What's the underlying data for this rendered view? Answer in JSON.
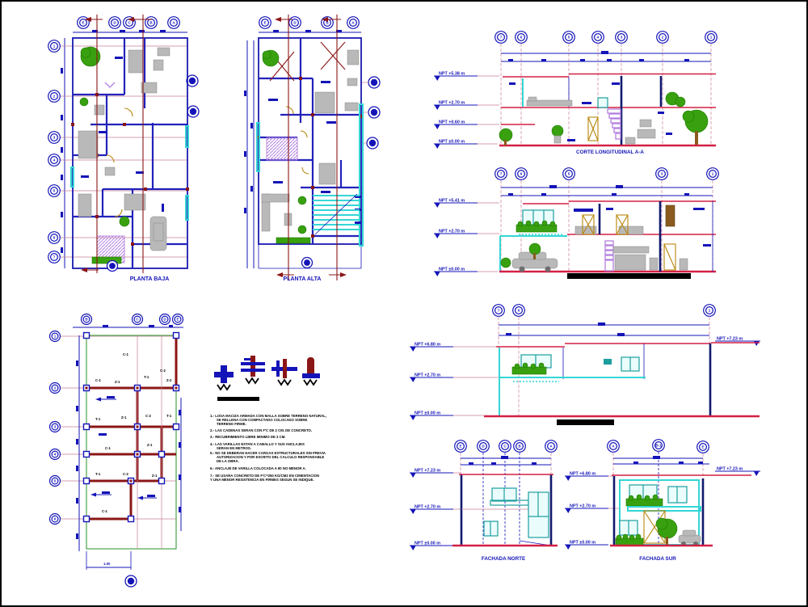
{
  "sheet": {
    "background": "#ffffff",
    "frame_color": "#000000"
  },
  "colors": {
    "blue": "#1414b8",
    "dark_red": "#8b1616",
    "red": "#d42045",
    "cyan": "#35d6d6",
    "teal": "#1d9e9e",
    "green": "#39a00f",
    "purple": "#b27fe0",
    "gray": "#b9b9b9",
    "gold": "#b8860b"
  },
  "planta_baja": {
    "title": "PLANTA BAJA",
    "grid_top": [
      "E",
      "D",
      "C",
      "B",
      "A"
    ],
    "grid_left": [
      "1",
      "2",
      "3",
      "4",
      "5",
      "6",
      "7"
    ]
  },
  "planta_alta": {
    "title": "PLANTA ALTA",
    "grid_top": [
      "E",
      "D",
      "B",
      "A"
    ]
  },
  "corte_aa": {
    "title": "CORTE LONGITUDINAL A-A",
    "grid": [
      "7",
      "6",
      "5",
      "4",
      "3",
      "2",
      "1"
    ],
    "levels": [
      "NPT +5.38 m",
      "NPT +2.70 m",
      "NPT +0.60 m",
      "NPT ±0.00 m"
    ]
  },
  "corte_bb": {
    "grid": [
      "7",
      "6",
      "5",
      "3",
      "1"
    ],
    "levels": [
      "NPT +5.41 m",
      "NPT +2.70 m",
      "NPT ±0.00 m"
    ]
  },
  "fachada_lateral": {
    "grid": [
      "7",
      "6",
      "1"
    ],
    "levels_left": [
      "NPT +6.80 m",
      "NPT +2.70 m",
      "NPT ±0.00 m"
    ],
    "level_right": "NPT +7.23 m"
  },
  "fachada_norte": {
    "title": "FACHADA NORTE",
    "grid": [
      "E",
      "D",
      "C",
      "B",
      "A"
    ],
    "levels": [
      "NPT +7.23 m",
      "NPT +2.70 m",
      "NPT ±0.00 m"
    ]
  },
  "fachada_sur": {
    "title": "FACHADA SUR",
    "grid": [
      "A",
      "B-1",
      "E"
    ],
    "levels_left": [
      "NPT +6.80 m",
      "NPT +2.70 m",
      "NPT ±0.00 m"
    ],
    "level_right": "NPT +7.23 m"
  },
  "cimentacion": {
    "grid_top": [
      "B",
      "C",
      "D",
      "E"
    ],
    "grid_left": [
      "1",
      "2",
      "3",
      "4",
      "5",
      "6"
    ],
    "dim_bottom": "1.50",
    "annotations": [
      "C-1",
      "Z-1",
      "T-1",
      "C-2",
      "Z-2",
      "C-1",
      "T-1",
      "Z-1",
      "C-2",
      "T-1",
      "C-1",
      "Z-1",
      "T-1",
      "C-2",
      "Z-1",
      "C-1"
    ]
  },
  "notes": {
    "lines": [
      "1.- LOSA MACIZA ARMADA CON MALLA SOBRE TERRENO NATURAL,",
      "SE RELLENA CON COMPACTADO COLOCADO SOBRE",
      "TERRENO FIRME.",
      "2.- LAS CADENAS SERAN CON F'C DE 2 CM. DE CONCRETO.",
      "3.- RECUBRIMIENTO LIBRE MINIMO DE 3 CM.",
      "4.- LAS VARILLAS ESTAN A CABALLO Y SUS ANCLAJES",
      "SERAN EN METROS.",
      "5.- NO SE DEBERAN HACER CARGAS ESTRUCTURALES SIN PREVIA",
      "AUTORIZACION Y POR ESCRITO DEL CALCULO RESPONSABLE",
      "DE LA OBRA.",
      "6.- ANCLAJE DE VARILLA COLOCADA A 90 NO MENOR A.",
      "7.- SE USARA CONCRETO DE F'C=250 KG/CM2 EN CIMENTACION",
      "Y UNA MENOR RESISTENCIA EN FIRMES SEGUN SE INDIQUE."
    ]
  }
}
